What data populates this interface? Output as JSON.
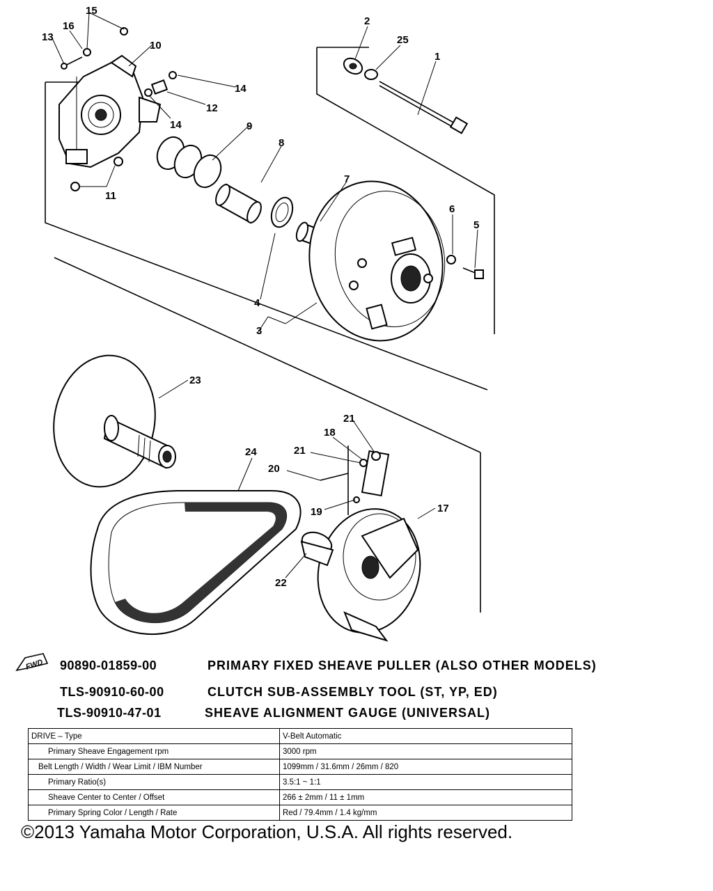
{
  "callouts": [
    "1",
    "2",
    "3",
    "4",
    "5",
    "6",
    "7",
    "8",
    "9",
    "10",
    "11",
    "12",
    "13",
    "14",
    "14",
    "15",
    "16",
    "17",
    "18",
    "19",
    "20",
    "21",
    "21",
    "22",
    "23",
    "24",
    "25"
  ],
  "fwd_label": "FWD",
  "tools": [
    {
      "part_number": "90890-01859-00",
      "description": "PRIMARY FIXED SHEAVE PULLER (ALSO OTHER MODELS)"
    },
    {
      "part_number": "TLS-90910-60-00",
      "description": "CLUTCH SUB-ASSEMBLY TOOL (ST, YP, ED)"
    },
    {
      "part_number": "TLS-90910-47-01",
      "description": "SHEAVE ALIGNMENT GAUGE (UNIVERSAL)"
    }
  ],
  "spec_table": {
    "header": {
      "label": "DRIVE – Type",
      "value": "V-Belt Automatic"
    },
    "rows": [
      {
        "label": "Primary Sheave Engagement rpm",
        "value": "3000 rpm"
      },
      {
        "label": "Belt Length / Width / Wear Limit / IBM Number",
        "value": "1099mm / 31.6mm / 26mm / 820"
      },
      {
        "label": "Primary Ratio(s)",
        "value": "3.5:1 ~ 1:1"
      },
      {
        "label": "Sheave Center to Center / Offset",
        "value": "266 ± 2mm / 11 ± 1mm"
      },
      {
        "label": "Primary Spring Color / Length / Rate",
        "value": "Red / 79.4mm / 1.4 kg/mm"
      }
    ]
  },
  "copyright": "©2013 Yamaha Motor Corporation, U.S.A. All rights reserved."
}
